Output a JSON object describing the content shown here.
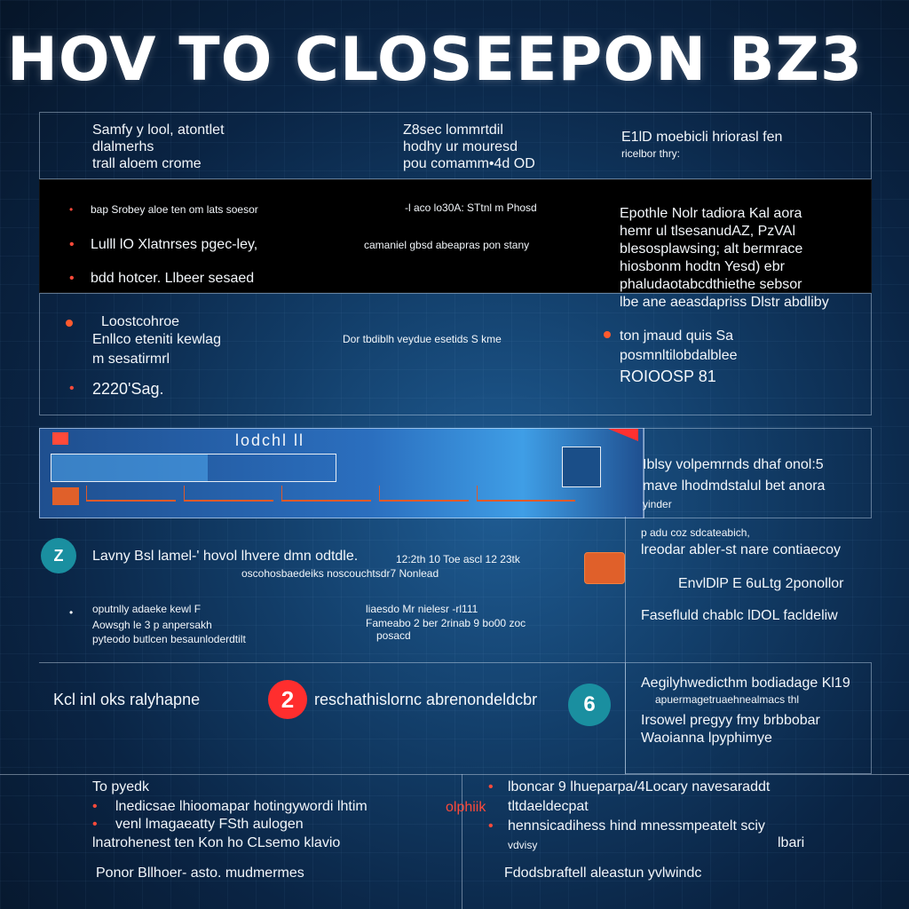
{
  "title": "HOV TO CLOSEEPON BZ3",
  "header_row": {
    "col1": [
      "Samfy y lool, atontlet",
      "dlalmerhs",
      "trall aloem crome"
    ],
    "col2": [
      "Z8sec lommrtdil",
      "hodhy ur mouresd",
      "pou comamm•4d OD"
    ],
    "col3": [
      "E1lD moebicli hriorasl fen",
      "ricelbor thry:"
    ]
  },
  "dark_panel": {
    "items": [
      "bap Srobey aloe ten om lats soesor",
      "Lulll lO Xlatnrses pgec-ley,",
      "bdd hotcer. Llbeer sesaed"
    ],
    "center_items": [
      "-l aco lo30A: STtnl m Phosd",
      "camaniel gbsd abeapras pon stany"
    ],
    "right_block": [
      "Epothle Nolr tadiora Kal aora",
      "hemr ul tlsesanudAZ, PzVAl",
      "blesosplawsing; alt bermrace",
      "hiosbonm hodtn Yesd) ebr",
      "phaludaotabcdthiethe sebsor",
      "lbe ane aeasdapriss Dlstr abdliby"
    ]
  },
  "section_three": {
    "left": [
      "Loostcohroe",
      "Enllco eteniti kewlag",
      "m sesatirmrl"
    ],
    "year": "2220'Sag.",
    "center": "Dor tbdiblh veydue esetids S kme",
    "right": [
      "ton jmaud quis Sa",
      "posmnltilobdalblee",
      "ROIOOSP 81"
    ]
  },
  "progress_bar": {
    "label": "lodchl ll",
    "fill": 0.55,
    "side_text": [
      "Iblsy volpemrnds dhaf onol:5",
      "mave lhodmdstalul bet anora",
      "yinder"
    ]
  },
  "lower_left": {
    "row1_text": "Lavny  Bsl lamel-' hovol lhvere dmn odtdle.",
    "row1_meta": "12:2th  10  Toe ascl 12 23tk",
    "row1_sub": "oscohosbaedeiks  noscouchtsdr7 Nonlead",
    "row2_left": [
      "oputnlly adaeke kewl F",
      "Aowsgh le 3 p anpersakh",
      "pyteodo butlcen besaunloderdtilt"
    ],
    "row2_center": [
      "liaesdo Mr nielesr -rl111",
      "Fameabo 2 ber 2rinab 9 bo00 zoc",
      "posacd"
    ]
  },
  "right_column": {
    "items": [
      "p adu coz sdcateabich,",
      "lreodar abler-st nare contiaecoy",
      "EnvlDlP E 6uLtg 2ponollor",
      "Fasefluld chablc lDOL facldeliw"
    ]
  },
  "feature_row": {
    "left": "Kcl inl oks ralyhapne",
    "badge": "2",
    "center": "reschathislornc abrenondeldcbr",
    "right_icon_glyph": "6",
    "right": [
      "Aegilyhwedicthm bodiadage Kl19",
      "apuermagetruaehnealmacs thl",
      "Irsowel pregyy fmy brbbobar",
      "Waoianna lpyphimye"
    ]
  },
  "bottom": {
    "left_heading": "To pyedk",
    "left": [
      "lnedicsae lhioomapar hotingywordi lhtim",
      "venl lmagaeatty FSth aulogen",
      "lnatrohenest ten Kon ho CLsemo klavio"
    ],
    "left_footer": "Ponor Bllhoer- asto.   mudmermes",
    "center_tag": "olphiik",
    "right": [
      "lboncar 9 lhueparpa/4Locary navesaraddt",
      "tltdaeldecpat",
      "hennsicadihess hind mnessmpeatelt sciy",
      "vdvisy"
    ],
    "right_extra": "lbari",
    "right_footer": "Fdodsbraftell aleastun yvlwindc"
  },
  "colors": {
    "accent_red": "#ff2e2e",
    "accent_orange": "#ff5a2e",
    "teal": "#1a8fa0"
  }
}
